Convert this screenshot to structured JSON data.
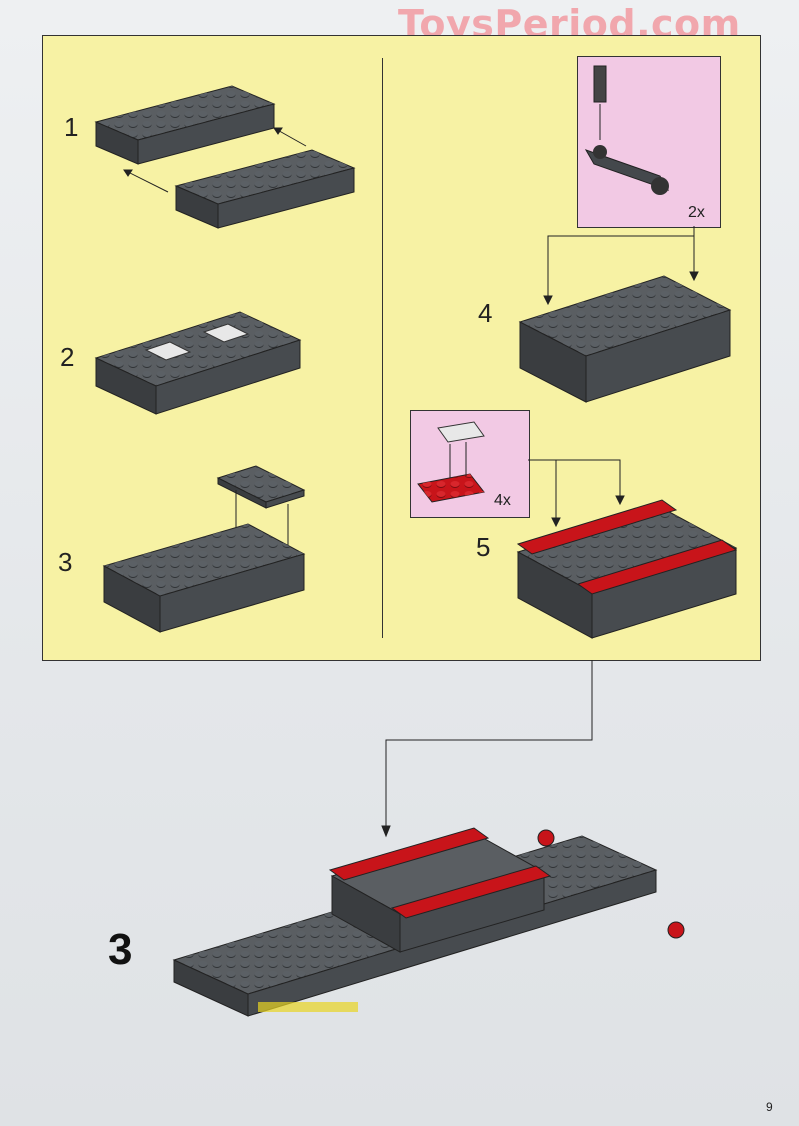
{
  "watermark": "ToysPeriod.com",
  "steps": {
    "s1": "1",
    "s2": "2",
    "s3": "3",
    "s4": "4",
    "s5": "5"
  },
  "callouts": {
    "c1_qty": "2x",
    "c2_qty": "4x"
  },
  "main_step": "3",
  "page_number": "9",
  "colors": {
    "panel": "#f7f2a4",
    "callout": "#f2c9e4",
    "brick_gray": "#4a4e52",
    "brick_red": "#c8141a"
  }
}
